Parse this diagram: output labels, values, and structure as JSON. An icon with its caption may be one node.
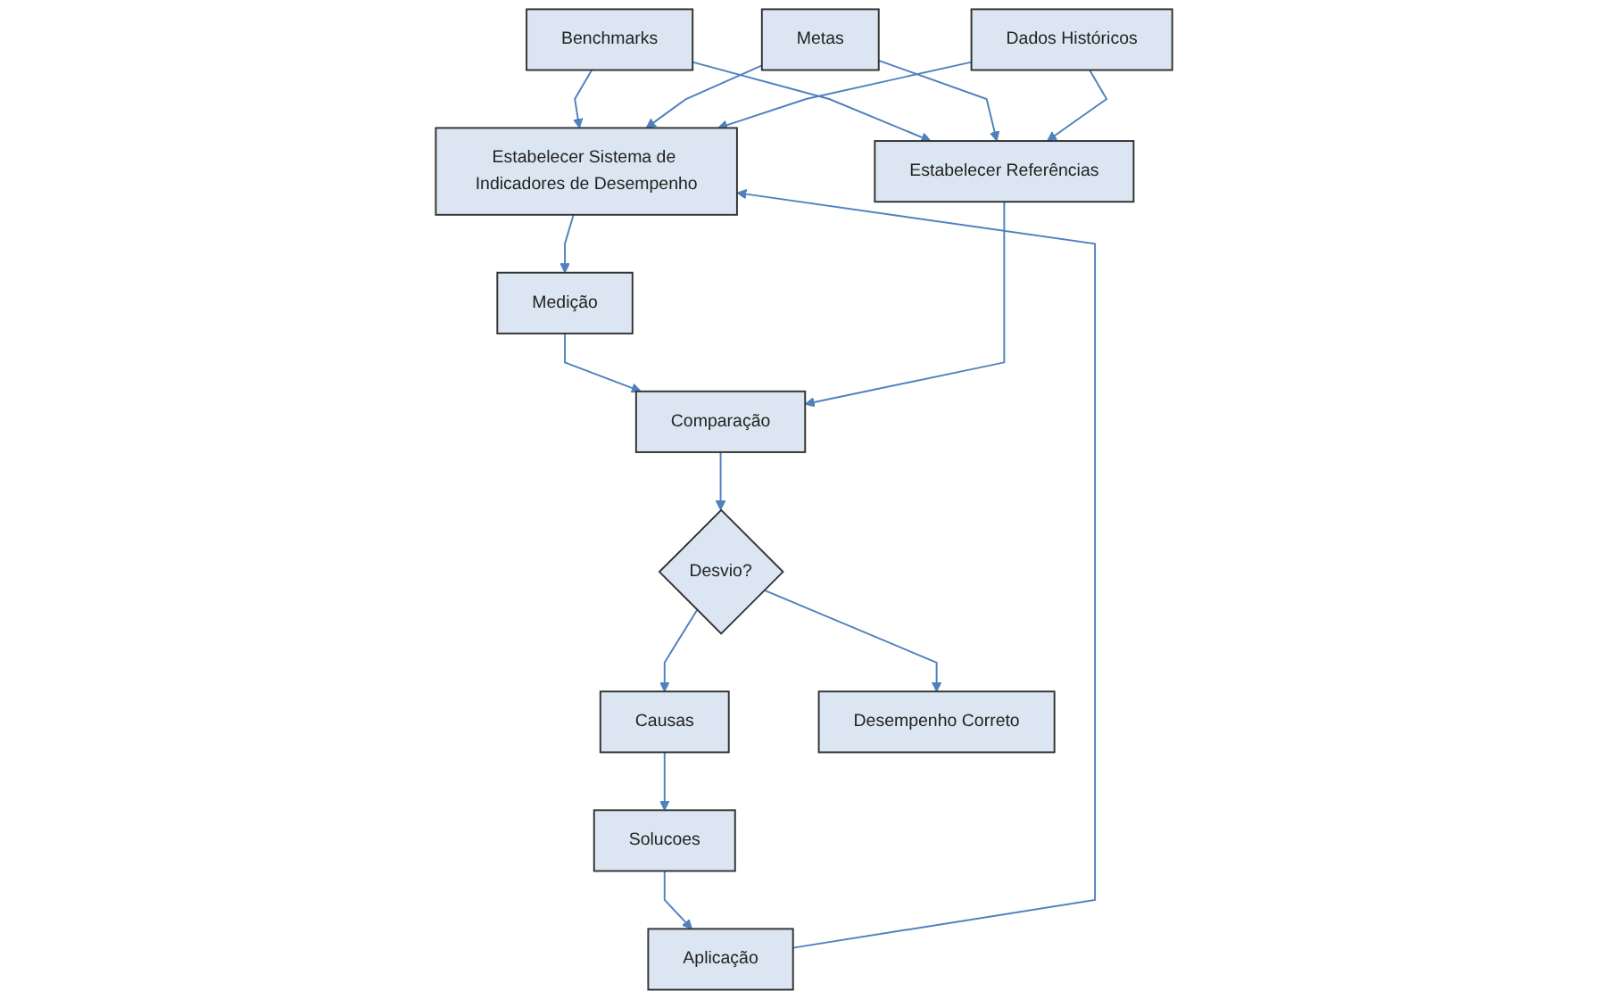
{
  "diagram": {
    "nodes": [
      {
        "text": [
          "Estabelecer Sistema de Indicadores de Desempenho"
        ]
      },
      {
        "text": [
          "Benchmarks"
        ]
      },
      {
        "text": [
          "Metas"
        ]
      },
      {
        "text": [
          "Dados Históricos"
        ]
      },
      {
        "text": [
          "Medição"
        ]
      },
      {
        "text": [
          "Estabelecer Referências"
        ]
      },
      {
        "text": [
          "Comparação"
        ]
      },
      {
        "text": [
          "Desvio?"
        ]
      },
      {
        "text": [
          "Causas"
        ]
      },
      {
        "text": [
          "Desempenho Correto"
        ]
      },
      {
        "text": [
          "Solucoes"
        ]
      },
      {
        "text": [
          "Aplicação"
        ]
      }
    ],
    "edges": [
      {
        "from": 1,
        "to": 0,
        "arrow": "to"
      },
      {
        "from": 2,
        "to": 0,
        "arrow": "to"
      },
      {
        "from": 3,
        "to": 0,
        "arrow": "to"
      },
      {
        "from": 11,
        "to": 0,
        "arrow": "to"
      },
      {
        "from": 1,
        "to": 5,
        "arrow": "to"
      },
      {
        "from": 2,
        "to": 5,
        "arrow": "to"
      },
      {
        "from": 3,
        "to": 5,
        "arrow": "to"
      },
      {
        "from": 0,
        "to": 4,
        "arrow": "to"
      },
      {
        "from": 4,
        "to": 6,
        "arrow": "to"
      },
      {
        "from": 5,
        "to": 6,
        "arrow": "to"
      },
      {
        "from": 6,
        "to": 7,
        "arrow": "to"
      },
      {
        "from": 7,
        "to": 8,
        "arrow": "to"
      },
      {
        "from": 7,
        "to": 9,
        "arrow": "to"
      },
      {
        "from": 8,
        "to": 10,
        "arrow": "to"
      },
      {
        "from": 10,
        "to": 11,
        "arrow": "to"
      }
    ]
  }
}
